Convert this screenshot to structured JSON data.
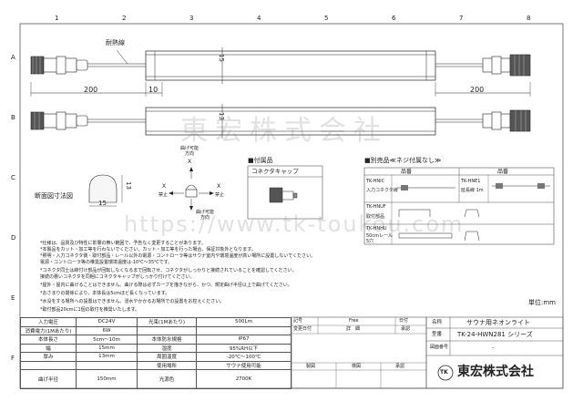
{
  "frame": {
    "col_labels": [
      "1",
      "2",
      "3",
      "4",
      "5",
      "6",
      "7",
      "8"
    ],
    "row_labels": [
      "A",
      "B",
      "C",
      "D",
      "E",
      "F"
    ]
  },
  "drawing": {
    "heat_line_label": "耐熱線",
    "dim_200_left": "200",
    "dim_10": "10",
    "dim_200_right": "200",
    "dim_15": "15",
    "dim_13": "13"
  },
  "section": {
    "title": "断面図寸法図",
    "width": "15",
    "height": "13"
  },
  "bend": {
    "up": "曲げ可能\n方向",
    "down": "曲げ可能\n方向",
    "no_left": "禁止",
    "no_right": "禁止",
    "x_left": "X",
    "x_right": "X",
    "x_top": "X"
  },
  "accessory": {
    "title": "■付属品",
    "box_label": "コネクタキャップ"
  },
  "options": {
    "title": "■別売品≪ネジ付属なし≫",
    "header_left": "品番",
    "header_right": "品番",
    "items": [
      {
        "code": "TK-HNIC",
        "desc": "入力コネクタ線"
      },
      {
        "code": "TK-HNE1",
        "desc": "延長線 1m"
      },
      {
        "code": "TK-HNUF",
        "desc": "取付部品"
      },
      {
        "code": "TK-HNHU",
        "desc": "50cmレール\n5穴"
      }
    ]
  },
  "notes": [
    "*仕様は、品質及び特性に影響の無い範囲で、予告なく変更することがあります。",
    "*本製品をカット・加工等を行わないでください。カット・加工等を行った場合、保証対象外となります。",
    "*照明・入力コネクタ側・取付部品・レール以外の電源・コントローラ等はサウナ室内や環境温度が高い場所に設置しないでください。",
    "  電源・コントローラ等の推奨設置環境温度は-10℃～35℃です。",
    "*コネクタ同士は締付け部品が回転しなくなるまで回転させ、コネクタがしっかりと接続されていることを確認してください。",
    "  接続の悪いコネクタを同梱にコネクタキャップがしっかり付けてください。",
    "*屋外・屋内に曲げることはできません。曲げる際は必ずカーブを描きながら、かつ、規定曲げ半径以上で曲げてください。",
    "*おさまりの関係により、本体長は5cmほど長くなっています。",
    "*水没をする場所への設置はできません。浸水やかかるお場所での設置をお控えください。",
    "*取付部品20cmに1個の取付を推奨いたします。"
  ],
  "unit": "単位:mm",
  "specs": [
    {
      "k1": "入力電圧",
      "v1": "DC24V",
      "k2": "光束(1Mあたり)",
      "v2": "500Lm"
    },
    {
      "k1": "消費電力(1Mあたり)",
      "v1": "6W",
      "k2": "",
      "v2": ""
    },
    {
      "k1": "本体長さ",
      "v1": "5cm～10m",
      "k2": "本体防水規格",
      "v2": "IP67"
    },
    {
      "k1": "幅",
      "v1": "15mm",
      "k2": "湿度",
      "v2": "95%RH以下"
    },
    {
      "k1": "厚み",
      "v1": "13mm",
      "k2": "周囲温度",
      "v2": "-20℃～100℃"
    },
    {
      "k1": "",
      "v1": "",
      "k2": "使用場所",
      "v2": "サウナ使用可能"
    },
    {
      "k1": "曲げ半径",
      "v1": "150mm",
      "k2": "光源色",
      "v2": "2700K"
    }
  ],
  "revision": {
    "symbol": "記号",
    "free": "Free",
    "date": "日付",
    "change_date": "変更日付",
    "detail": "詳　細",
    "approve": "承認",
    "drawn": "製図",
    "checked": "検図",
    "approved": "承認"
  },
  "title_block": {
    "name_label": "名称",
    "name": "サウナ用ネオンライト",
    "model_label": "型番",
    "model": "TK-24-HWN281 シリーズ",
    "drawing_no_label": "図面番号",
    "drawing_no": "-",
    "company": "東宏株式会社",
    "logo": "TK"
  },
  "watermark": {
    "company": "東宏株式会社",
    "url": "https://www.tk-toukou.com"
  }
}
